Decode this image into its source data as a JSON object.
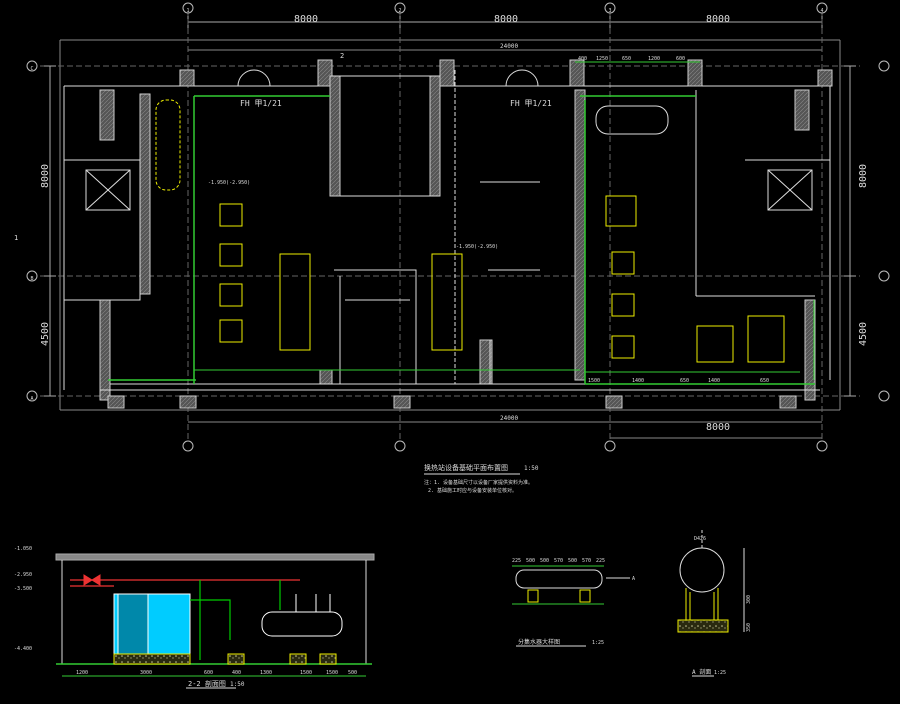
{
  "drawing": {
    "dims_top": [
      "8000",
      "8000",
      "8000"
    ],
    "dims_left": [
      "8000",
      "4500"
    ],
    "dims_right": [
      "8000",
      "4500"
    ],
    "dim_bottom": "8000",
    "overall_top": "24000",
    "overall_bottom": "24000",
    "room_label_left": "FH 甲1/21",
    "room_label_right": "FH 甲1/21",
    "elev_left": "-1.950(-2.950)",
    "elev_mid": "-1.950(-2.950)",
    "section_mark": "1",
    "section_mark_2": "2",
    "plan_title": "换热站设备基础平面布置图",
    "plan_scale": "1:50",
    "note_1": "注：1. 设备基础尺寸以设备厂家提供资料为准。",
    "note_2": "2. 基础施工时应与设备安装单位核对。",
    "dims_bottom_right": [
      "1500",
      "1400",
      "650",
      "1400",
      "650"
    ],
    "dims_top_right": [
      "400",
      "1250",
      "650",
      "1200",
      "600"
    ],
    "section_title": "2-2 剖面图",
    "section_scale": "1:50",
    "section_dims": [
      "1200",
      "3000",
      "600",
      "400",
      "1300",
      "1500",
      "1500",
      "500"
    ],
    "section_levels": [
      "-1.050",
      "-2.950",
      "-3.500",
      "-4.400"
    ],
    "tank_title": "分集水器大样图",
    "tank_scale": "1:25",
    "tank_dims": [
      "225",
      "500",
      "500",
      "570",
      "500",
      "570",
      "225"
    ],
    "tank_marker": "A",
    "detail_title": "A 剖面",
    "detail_scale": "1:25",
    "detail_dims": [
      "D426",
      "300",
      "350"
    ],
    "axis_letters_top": [
      "1",
      "2",
      "3",
      "4"
    ],
    "axis_letters_side": [
      "C",
      "B",
      "A"
    ]
  }
}
